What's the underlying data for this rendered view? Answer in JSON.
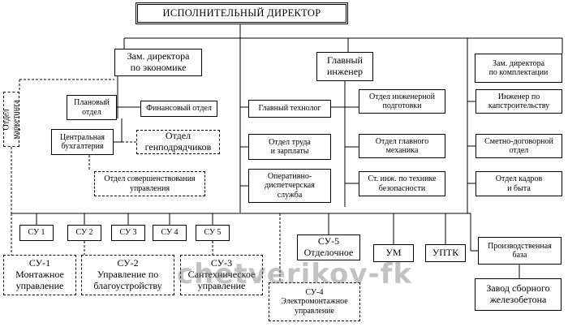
{
  "colors": {
    "line": "#000000",
    "background": "#ffffff",
    "watermark": "#8c8c8c"
  },
  "watermark": "chetverikov-fk",
  "nodes": {
    "ceo": "ИСПОЛНИТЕЛЬНЫЙ ДИРЕКТОР",
    "dep_econ": "Зам. директора\nпо экономике",
    "chief_eng": "Главный\nинженер",
    "dep_supply": "Зам. директора\nпо комплектации",
    "marketing": "Отдел\nмаркетинга",
    "planning": "Плановый\nотдел",
    "finance": "Финансовый отдел",
    "accounting": "Центральная\nбухгалтерия",
    "gencontract": "Отдел\nгенподрядчиков",
    "improvement": "Отдел совершенствования\nуправления",
    "chief_tech": "Главный технолог",
    "eng_prep": "Отдел инженерной\nподготовки",
    "cap_constr": "Инженер по\nкапстроительству",
    "labor": "Отдел труда\nи зарплаты",
    "mechanic": "Отдел главного\nмеханика",
    "estimates": "Сметно-договорной\nотдел",
    "dispatch": "Оперативно-\nдиспетчерская\nслужба",
    "safety": "Ст. инж. по технике\nбезопасности",
    "hr": "Отдел кадров\nи быта",
    "su1s": "СУ 1",
    "su2s": "СУ 2",
    "su3s": "СУ 3",
    "su4s": "СУ 4",
    "su5s": "СУ 5",
    "su1": "СУ-1\nМонтажное\nуправление",
    "su2": "СУ-2\nУправление по\nблагоустройству",
    "su3": "СУ-3\nСантехническое\nуправление",
    "su5": "СУ-5\nОтделочное",
    "um": "УМ",
    "uptk": "УПТК",
    "prodbase": "Производственная\nбаза",
    "plant": "Завод сборного\nжелезобетона",
    "su4": "СУ-4\nЭлектромонтажное\nуправление"
  }
}
